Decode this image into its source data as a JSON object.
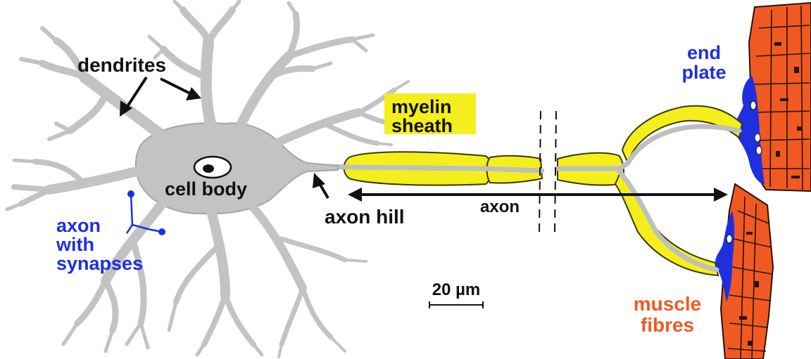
{
  "labels": {
    "dendrites": "dendrites",
    "cell_body": "cell body",
    "axon_hill": "axon hill",
    "axon": "axon",
    "myelin_line1": "myelin",
    "myelin_line2": "sheath",
    "synapses_line1": "axon",
    "synapses_line2": "with",
    "synapses_line3": "synapses",
    "end_plate_line1": "end",
    "end_plate_line2": "plate",
    "muscle_line1": "muscle",
    "muscle_line2": "fibres",
    "scale": "20 µm"
  },
  "colors": {
    "cell": "#c3c3c3",
    "cell_outline": "#a6a6a6",
    "myelin": "#f4ef1c",
    "myelin_outline": "#3a3a00",
    "axon_core": "#bfbfbf",
    "muscle": "#f05a22",
    "muscle_lines": "#2a1206",
    "end_plate": "#1f2fe0",
    "synapse_blue": "#1c2fe0",
    "text": "#111111"
  }
}
